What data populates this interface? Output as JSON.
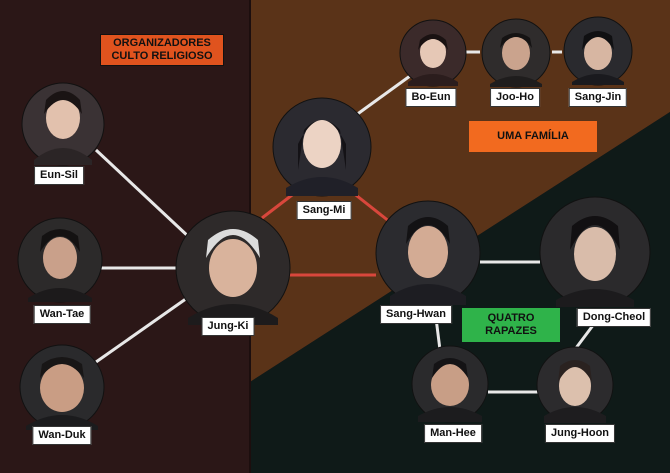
{
  "groups": {
    "organizers": "ORGANIZADORES CULTO RELIGIOSO",
    "family": "UMA FAMÍLIA",
    "boys": "QUATRO RAPAZES"
  },
  "colors": {
    "organizers_bg": "#2b1717",
    "family_bg": "#5a3318",
    "boys_bg": "#0f1a18",
    "link_white": "#e8e8e8",
    "link_red": "#d9473c"
  },
  "people": {
    "eun_sil": "Eun-Sil",
    "wan_tae": "Wan-Tae",
    "wan_duk": "Wan-Duk",
    "jung_ki": "Jung-Ki",
    "sang_mi": "Sang-Mi",
    "bo_eun": "Bo-Eun",
    "joo_ho": "Joo-Ho",
    "sang_jin": "Sang-Jin",
    "sang_hwan": "Sang-Hwan",
    "dong_cheol": "Dong-Cheol",
    "man_hee": "Man-Hee",
    "jung_hoon": "Jung-Hoon"
  }
}
